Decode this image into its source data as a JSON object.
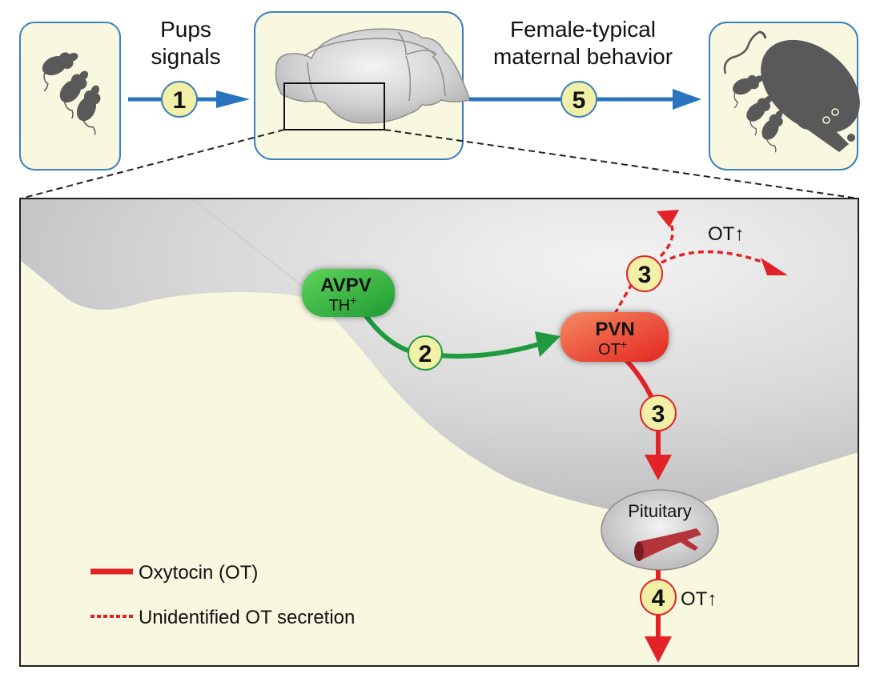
{
  "colors": {
    "panel_fill": "#f8f7df",
    "panel_border": "#3b7fc0",
    "blue_arrow": "#2a74bf",
    "green_path": "#1f9a3e",
    "red_path": "#e32228",
    "badge_fill": "#f2f0a6",
    "mouse": "#595959"
  },
  "top_row": {
    "left_panel": {
      "icon": "mouse-pups-icon"
    },
    "center_panel": {
      "icon": "brain-icon",
      "zoom_box": "zoom-region-box"
    },
    "right_panel": {
      "icon": "mother-mouse-with-pups-icon"
    },
    "arrow1": {
      "label_line1": "Pups",
      "label_line2": "signals",
      "step": "1"
    },
    "arrow5": {
      "label_line1": "Female-typical",
      "label_line2": "maternal behavior",
      "step": "5"
    }
  },
  "detail": {
    "avpv": {
      "title": "AVPV",
      "subtitle": "TH",
      "superscript": "+"
    },
    "pvn": {
      "title": "PVN",
      "subtitle": "OT",
      "superscript": "+"
    },
    "step2": "2",
    "step3_dashed": "3",
    "step3_solid": "3",
    "step4": "4",
    "ot_up_top": "OT↑",
    "ot_up_bottom": "OT↑",
    "pituitary": {
      "label": "Pituitary",
      "icon": "blood-vessel-icon"
    }
  },
  "legend": {
    "items": [
      {
        "style": "solid",
        "label": "Oxytocin (OT)"
      },
      {
        "style": "dashed",
        "label": "Unidentified OT secretion"
      }
    ]
  }
}
